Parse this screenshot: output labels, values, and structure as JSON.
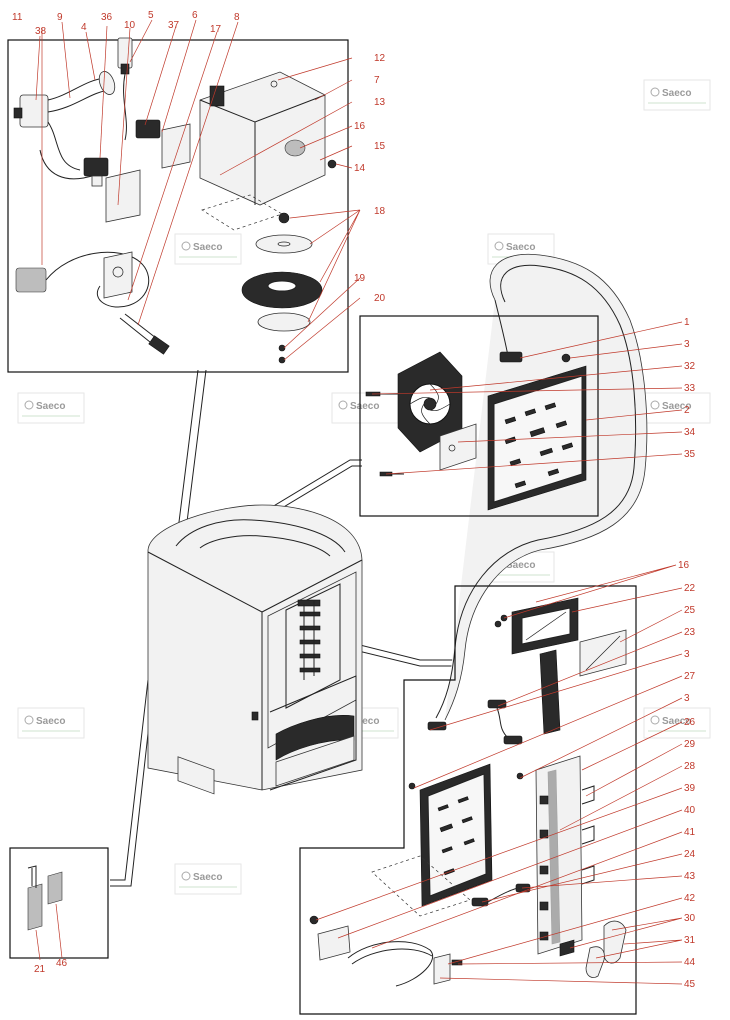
{
  "watermark": {
    "brand": "Saeco"
  },
  "callouts": {
    "c11": "11",
    "c38": "38",
    "c9": "9",
    "c4": "4",
    "c36": "36",
    "c10": "10",
    "c5": "5",
    "c37": "37",
    "c6": "6",
    "c17": "17",
    "c8": "8",
    "c12": "12",
    "c7": "7",
    "c13": "13",
    "c16a": "16",
    "c15": "15",
    "c14": "14",
    "c18": "18",
    "c19": "19",
    "c20": "20",
    "c1": "1",
    "c3a": "3",
    "c32": "32",
    "c33": "33",
    "c2": "2",
    "c34": "34",
    "c35": "35",
    "c16b": "16",
    "c22": "22",
    "c25": "25",
    "c23": "23",
    "c3b": "3",
    "c27": "27",
    "c3c": "3",
    "c26": "26",
    "c29": "29",
    "c28": "28",
    "c39": "39",
    "c40": "40",
    "c41": "41",
    "c24": "24",
    "c43": "43",
    "c42": "42",
    "c30": "30",
    "c31": "31",
    "c44": "44",
    "c45": "45",
    "c21": "21",
    "c46": "46"
  }
}
